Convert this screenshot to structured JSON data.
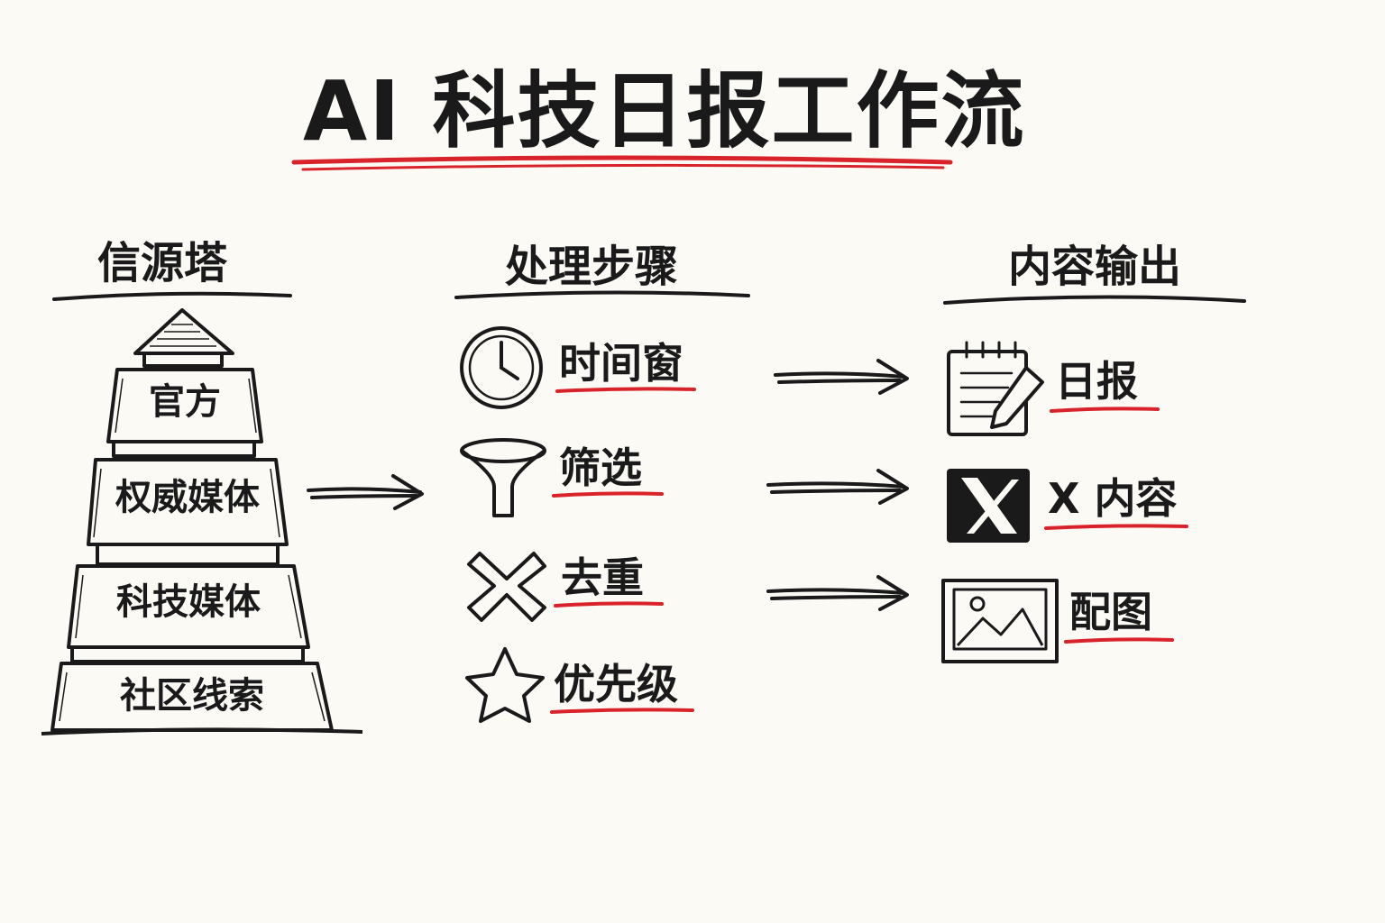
{
  "title": "AI 科技日报工作流",
  "sections": {
    "sources": {
      "heading": "信源塔",
      "tiers": [
        "官方",
        "权威媒体",
        "科技媒体",
        "社区线索"
      ]
    },
    "processing": {
      "heading": "处理步骤",
      "steps": [
        {
          "label": "时间窗",
          "icon": "clock-icon"
        },
        {
          "label": "筛选",
          "icon": "funnel-icon"
        },
        {
          "label": "去重",
          "icon": "cross-icon"
        },
        {
          "label": "优先级",
          "icon": "star-icon"
        }
      ]
    },
    "output": {
      "heading": "内容输出",
      "items": [
        {
          "label": "日报",
          "icon": "notepad-pencil-icon"
        },
        {
          "label": "X 内容",
          "icon": "x-logo-icon"
        },
        {
          "label": "配图",
          "icon": "image-icon"
        }
      ]
    }
  },
  "colors": {
    "accent": "#d9232b",
    "ink": "#1a1a1a",
    "paper": "#fcfaf5"
  }
}
